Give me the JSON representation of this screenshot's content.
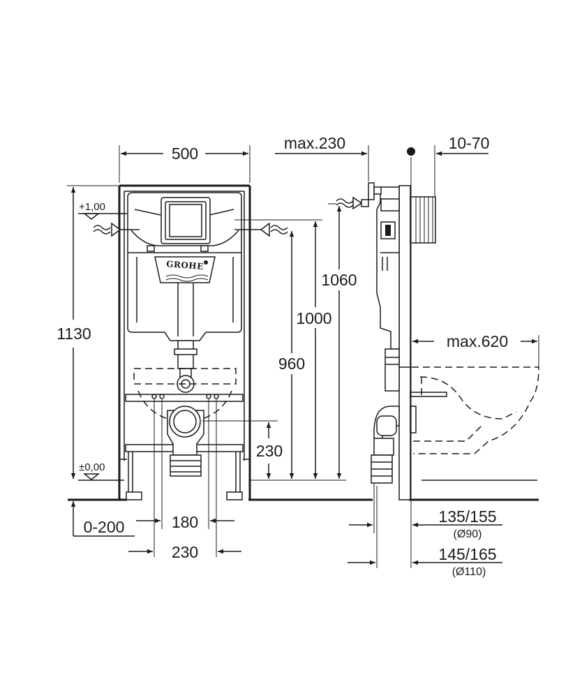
{
  "brand": {
    "logo_text": "GROHE"
  },
  "levels": {
    "top": "+1,00",
    "zero": "±0,00"
  },
  "front_view": {
    "width": "500",
    "total_height": "1130",
    "floor_offset": "0-200",
    "outlet_height": "230",
    "bolt_spacing": "180",
    "outlet_width": "230"
  },
  "side_view": {
    "max_depth_top": "max.230",
    "wall_adjust": "10-70",
    "height_1060": "1060",
    "height_1000": "1000",
    "height_960": "960",
    "bowl_projection": "max.620",
    "pipe_90": {
      "distance": "135/155",
      "diameter": "(Ø90)"
    },
    "pipe_110": {
      "distance": "145/165",
      "diameter": "(Ø110)"
    }
  },
  "icons": [
    "water-inlet-icon",
    "level-marker-icon",
    "wall-axis-marker-icon"
  ]
}
